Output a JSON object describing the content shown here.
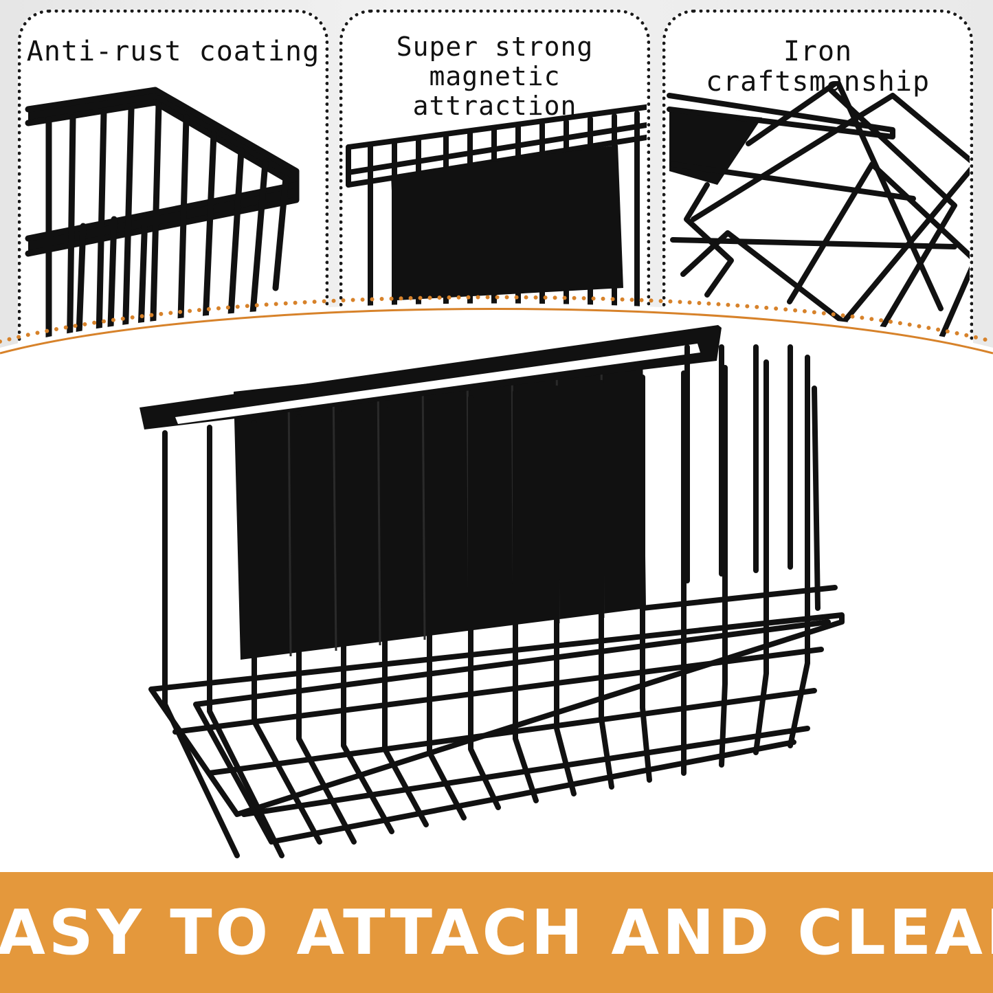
{
  "panels": [
    {
      "label": "Anti-rust coating",
      "icon": "basket-corner-closeup"
    },
    {
      "label": "Super strong\nmagnetic attraction",
      "icon": "magnet-plate-closeup"
    },
    {
      "label": "Iron craftsmanship",
      "icon": "wire-weave-closeup"
    }
  ],
  "banner": {
    "text": "EASY TO ATTACH AND CLEAN"
  },
  "colors": {
    "accent": "#e4983c",
    "arc": "#d7822a",
    "product": "#111111",
    "dots": "#1a1a1a"
  }
}
